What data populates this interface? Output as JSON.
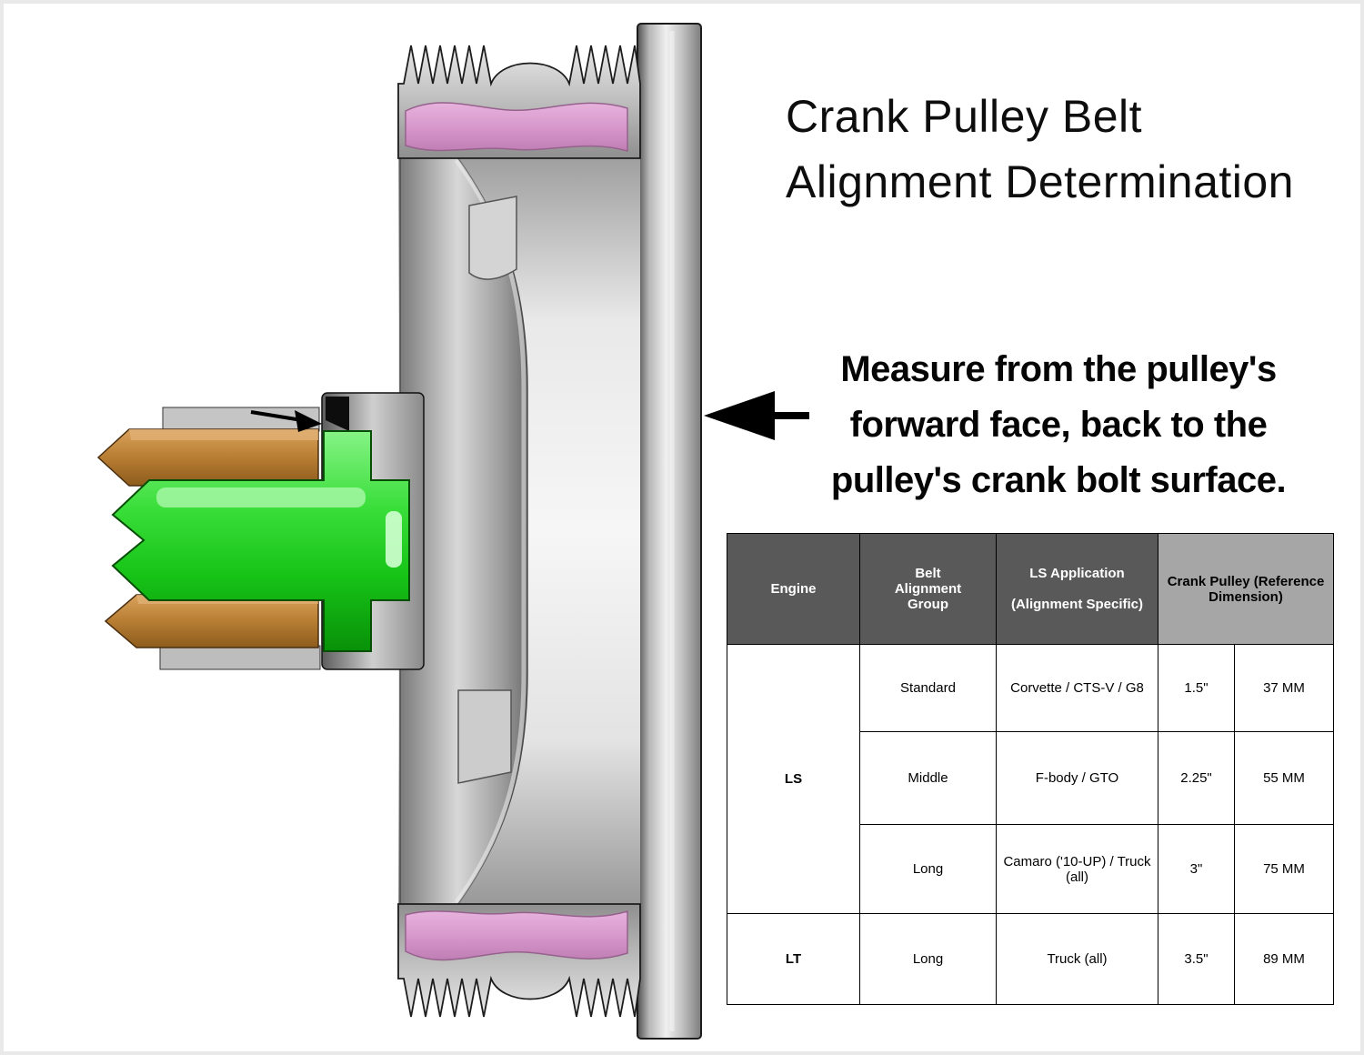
{
  "title": {
    "line1": "Crank Pulley Belt",
    "line2": "Alignment Determination"
  },
  "annotation": {
    "text": "Measure from the pulley's\nforward face, back to the\npulley's crank bolt surface."
  },
  "table": {
    "headers": {
      "engine": "Engine",
      "belt_group": "Belt\nAlignment\nGroup",
      "ls_application": "LS Application\n\n(Alignment Specific)",
      "crank_pulley": "Crank Pulley (Reference\nDimension)"
    },
    "rows": [
      {
        "engine": "LS",
        "group": "Standard",
        "application": "Corvette / CTS-V / G8",
        "inches": "1.5\"",
        "mm": "37 MM"
      },
      {
        "group": "Middle",
        "application": "F-body / GTO",
        "inches": "2.25\"",
        "mm": "55 MM"
      },
      {
        "group": "Long",
        "application": "Camaro ('10-UP) / Truck (all)",
        "inches": "3\"",
        "mm": "75 MM"
      },
      {
        "engine": "LT",
        "group": "Long",
        "application": "Truck (all)",
        "inches": "3.5\"",
        "mm": "89 MM"
      }
    ],
    "colors": {
      "header_dark": "#595959",
      "header_light": "#a6a6a6",
      "ls_row_bg": "#fdf2cf",
      "lt_row_bg": "#dce6f1"
    }
  },
  "diagram": {
    "description": "Cross-section of crank pulley with measurement arrows",
    "parts": [
      {
        "name": "pulley-drum",
        "color": "#c2c2c2"
      },
      {
        "name": "belt-rib-grooves",
        "color": "#b9b9b9"
      },
      {
        "name": "belt-seal-band",
        "color": "#d493c8"
      },
      {
        "name": "crank-snout",
        "color": "#bb8136"
      },
      {
        "name": "spacer",
        "color": "#17c417"
      },
      {
        "name": "measurement-arrow",
        "color": "#000000"
      }
    ]
  }
}
